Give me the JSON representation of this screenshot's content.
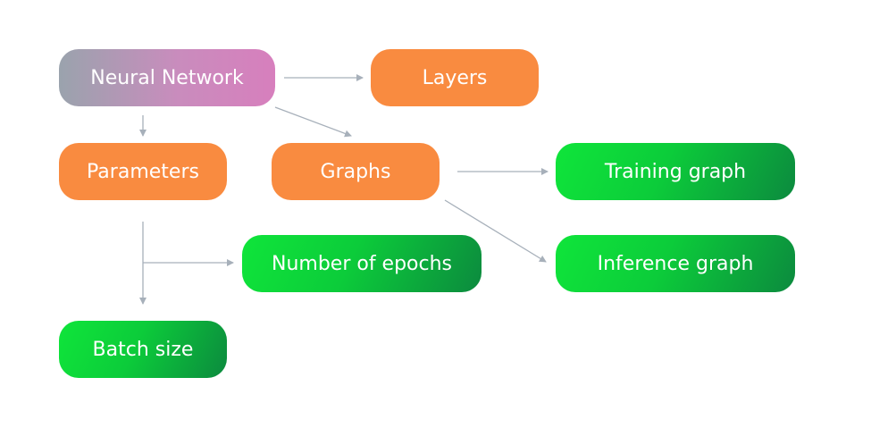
{
  "nodes": {
    "root": {
      "label": "Neural Network"
    },
    "layers": {
      "label": "Layers"
    },
    "parameters": {
      "label": "Parameters"
    },
    "graphs": {
      "label": "Graphs"
    },
    "training_graph": {
      "label": "Training graph"
    },
    "number_of_epochs": {
      "label": "Number of epochs"
    },
    "inference_graph": {
      "label": "Inference graph"
    },
    "batch_size": {
      "label": "Batch size"
    }
  },
  "edges": [
    {
      "from": "Neural Network",
      "to": "Layers"
    },
    {
      "from": "Neural Network",
      "to": "Parameters"
    },
    {
      "from": "Neural Network",
      "to": "Graphs"
    },
    {
      "from": "Parameters",
      "to": "Number of epochs"
    },
    {
      "from": "Parameters",
      "to": "Batch size"
    },
    {
      "from": "Graphs",
      "to": "Training graph"
    },
    {
      "from": "Graphs",
      "to": "Inference graph"
    }
  ],
  "colors": {
    "root_start": "#9aa3ad",
    "root_end": "#d77fbd",
    "orange": "#f98b40",
    "green_light": "#0fe53a",
    "green_dark": "#0c8a3e",
    "arrow": "#a7b0ba",
    "text": "#ffffff"
  }
}
